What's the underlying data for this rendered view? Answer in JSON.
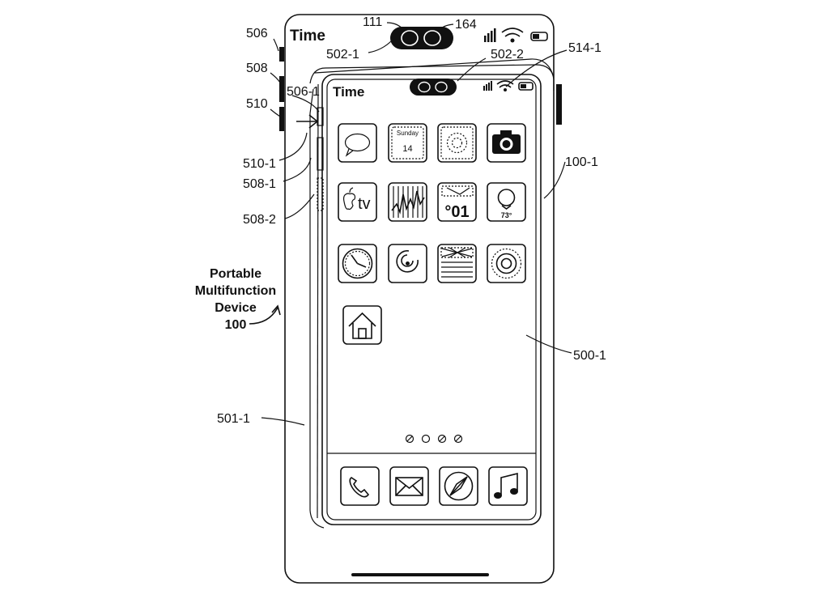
{
  "status_bar": {
    "time_outer": "Time",
    "time_inner": "Time"
  },
  "calendar_icon": {
    "day": "Sunday",
    "date": "14"
  },
  "tv_icon": {
    "text": "tv"
  },
  "weather_icon": {
    "temp": "73°"
  },
  "numbers_icon": {
    "text": "°01"
  },
  "caption": {
    "line1": "Portable",
    "line2": "Multifunction",
    "line3": "Device",
    "line4": "100"
  },
  "reference_labels": {
    "r111": "111",
    "r164": "164",
    "r506": "506",
    "r508": "508",
    "r510": "510",
    "r502_1": "502-1",
    "r502_2": "502-2",
    "r514_1": "514-1",
    "r506_1": "506-1",
    "r510_1": "510-1",
    "r508_1": "508-1",
    "r508_2": "508-2",
    "r100_1": "100-1",
    "r500_1": "500-1",
    "r501_1": "501-1"
  },
  "app_icons": [
    "messages-icon",
    "calendar-icon",
    "photos-icon",
    "camera-icon",
    "tv-icon",
    "stocks-icon",
    "numbers-icon",
    "weather-icon",
    "clock-icon",
    "fitness-icon",
    "notes-icon",
    "settings-icon",
    "home-icon"
  ],
  "dock_icons": [
    "phone-icon",
    "mail-icon",
    "safari-icon",
    "music-icon"
  ],
  "page_dots": 4
}
